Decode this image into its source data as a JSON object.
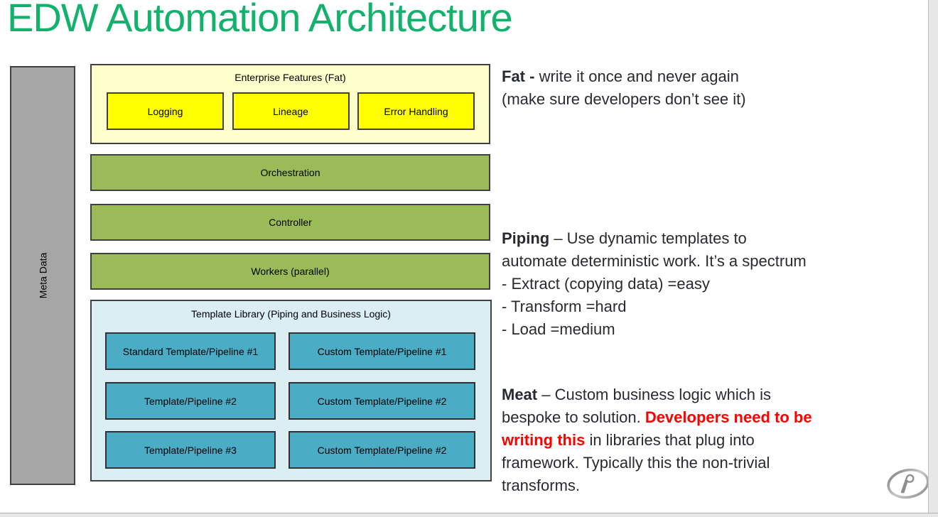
{
  "title": "EDW Automation Architecture",
  "colors": {
    "title_green": "#12B26D",
    "olive": "#9BBB59",
    "teal": "#4BACC6",
    "light_blue": "#DAEEF3",
    "light_yellow": "#FFFFCC",
    "yellow": "#FFFF00",
    "meta_gray": "#A6A6A6",
    "red": "#FF0000",
    "text_dark": "#262B33"
  },
  "icons": {
    "logo": "r-ellipse-logo"
  },
  "diagram": {
    "meta_data_label": "Meta Data",
    "enterprise": {
      "label": "Enterprise Features (Fat)",
      "items": [
        {
          "label": "Logging"
        },
        {
          "label": "Lineage"
        },
        {
          "label": "Error Handling"
        }
      ]
    },
    "layers": [
      {
        "label": "Orchestration"
      },
      {
        "label": "Controller"
      },
      {
        "label": "Workers (parallel)"
      }
    ],
    "template_library": {
      "label": "Template Library (Piping and Business Logic)",
      "rows": [
        {
          "left": "Standard Template/Pipeline #1",
          "right": "Custom Template/Pipeline #1"
        },
        {
          "left": "Template/Pipeline #2",
          "right": "Custom Template/Pipeline #2"
        },
        {
          "left": "Template/Pipeline #3",
          "right": "Custom Template/Pipeline #2"
        }
      ]
    }
  },
  "notes": {
    "fat": {
      "l1_bold": "Fat -",
      "l1_rest": " write it once and never again",
      "l2": "(make sure developers don’t see it)"
    },
    "piping": {
      "l1_bold": "Piping",
      "l1_rest": " – Use dynamic templates to",
      "l2": "automate deterministic work. It’s a spectrum",
      "l3": "- Extract (copying data) =easy",
      "l4": "- Transform =hard",
      "l5": "- Load =medium"
    },
    "meat": {
      "l1_bold": "Meat",
      "l1_rest": " – Custom business logic which is",
      "l2_start": "bespoke to solution. ",
      "l2_red": "Developers need to be",
      "l3_red": "writing this",
      "l3_rest": " in libraries that plug into",
      "l4": "framework. Typically this the non-trivial",
      "l5": "transforms."
    }
  }
}
